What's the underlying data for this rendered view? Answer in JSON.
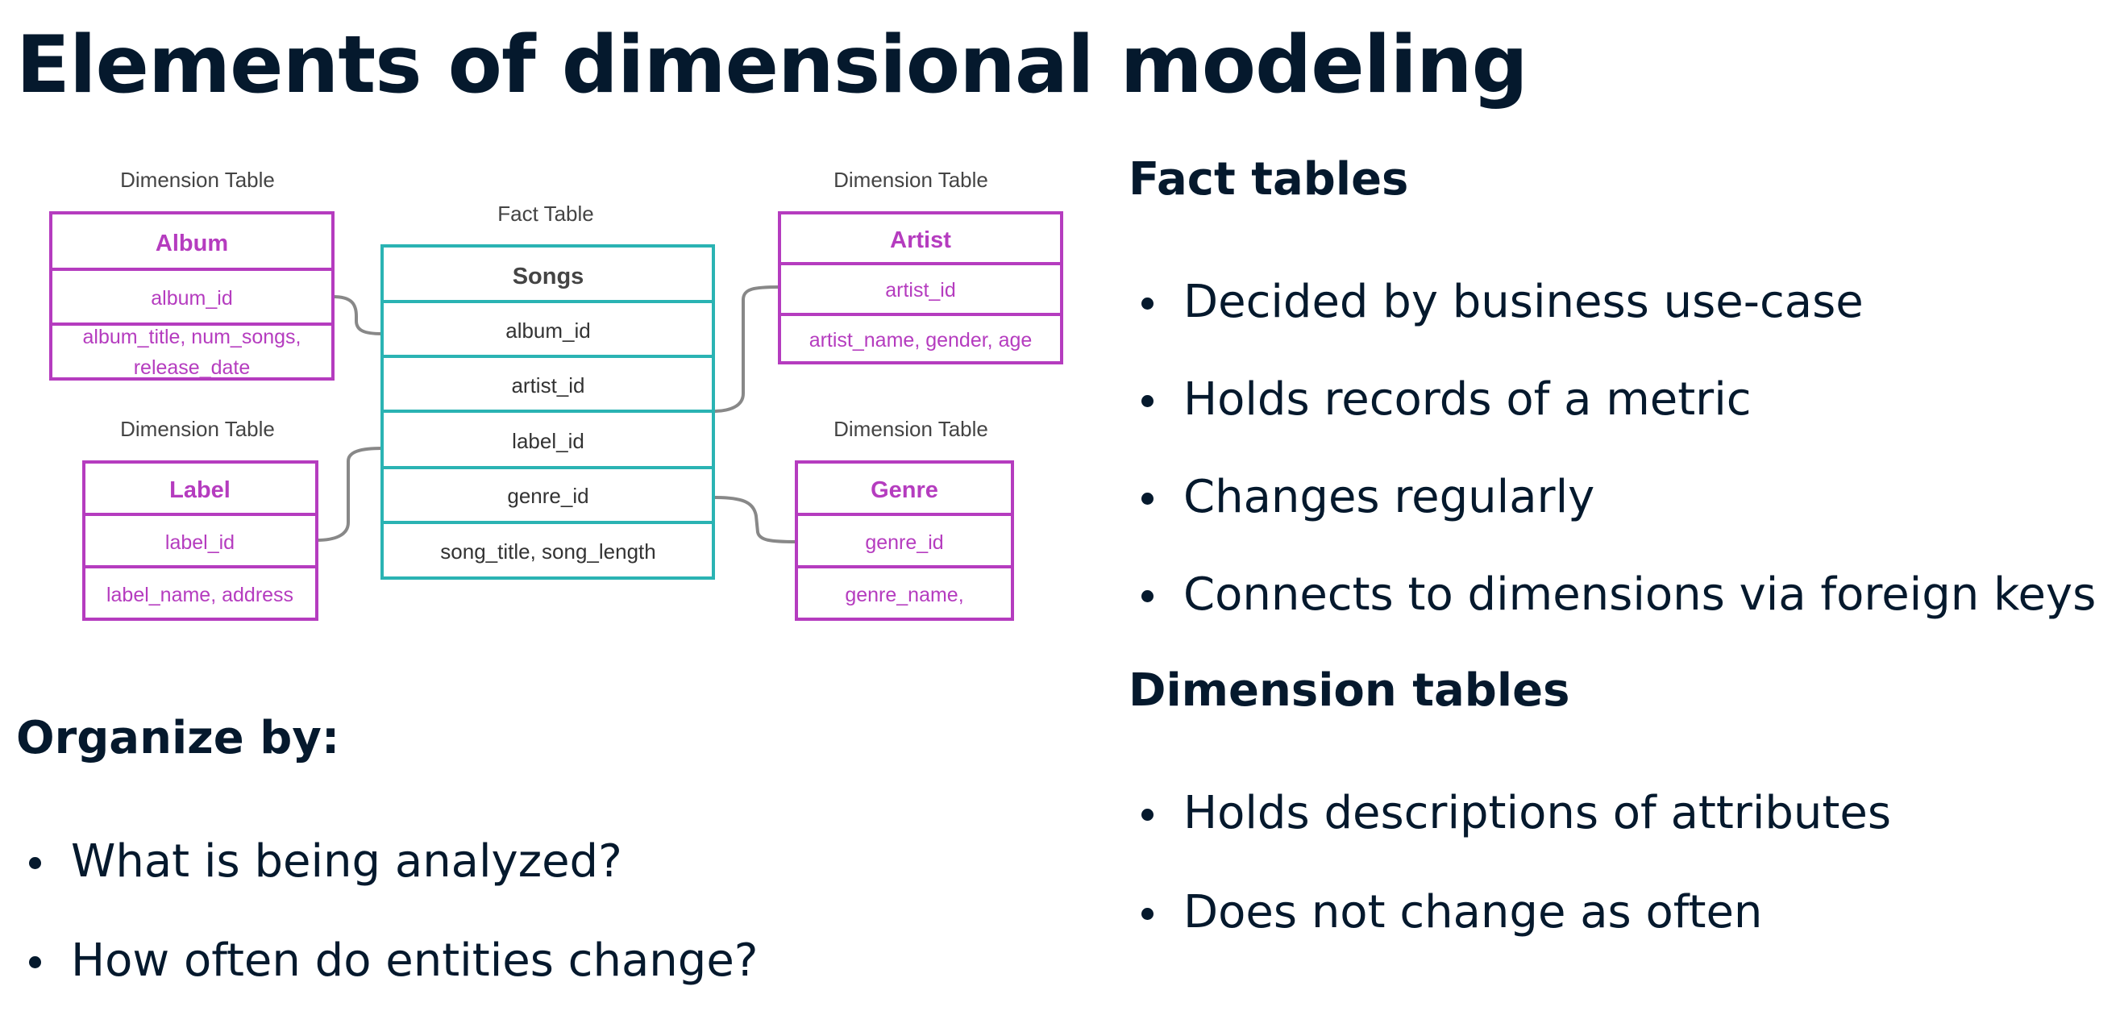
{
  "title": "Elements of dimensional modeling",
  "diagram": {
    "fact_caption": "Fact Table",
    "fact_table": {
      "name": "Songs",
      "rows": [
        "album_id",
        "artist_id",
        "label_id",
        "genre_id",
        "song_title, song_length"
      ]
    },
    "album": {
      "caption": "Dimension Table",
      "name": "Album",
      "key": "album_id",
      "attrs_line1": "album_title, num_songs,",
      "attrs_line2": "release_date"
    },
    "artist": {
      "caption": "Dimension Table",
      "name": "Artist",
      "key": "artist_id",
      "attrs": "artist_name,  gender, age"
    },
    "label": {
      "caption": "Dimension Table",
      "name": "Label",
      "key": "label_id",
      "attrs": "label_name, address"
    },
    "genre": {
      "caption": "Dimension Table",
      "name": "Genre",
      "key": "genre_id",
      "attrs": "genre_name,"
    },
    "colors": {
      "fact": "#2ab3b3",
      "dimension": "#b53cbf",
      "connector": "#888888"
    }
  },
  "organize": {
    "heading": "Organize by:",
    "items": [
      "What is being analyzed?",
      "How often do entities change?"
    ]
  },
  "facts": {
    "heading": "Fact tables",
    "items": [
      "Decided by business use-case",
      "Holds records of a metric",
      "Changes regularly",
      "Connects to dimensions via foreign keys"
    ]
  },
  "dimensions": {
    "heading": "Dimension tables",
    "items": [
      "Holds descriptions of attributes",
      "Does not change as often"
    ]
  }
}
